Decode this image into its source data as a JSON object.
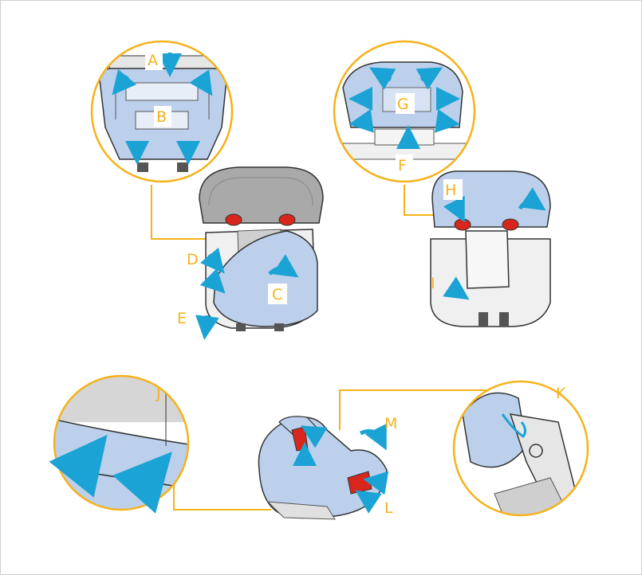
{
  "labels": {
    "A": "A",
    "B": "B",
    "C": "C",
    "D": "D",
    "E": "E",
    "F": "F",
    "G": "G",
    "H": "H",
    "I": "I",
    "J": "J",
    "K": "K",
    "L": "L",
    "M": "M"
  },
  "colors": {
    "accent": "#f5b21b",
    "arrow": "#1aa3d4",
    "cover": "#bcd0ec",
    "cover_dark": "#9fb6de",
    "headrest": "#a9a9a9",
    "red_guide": "#d9261c",
    "outline": "#333333"
  }
}
